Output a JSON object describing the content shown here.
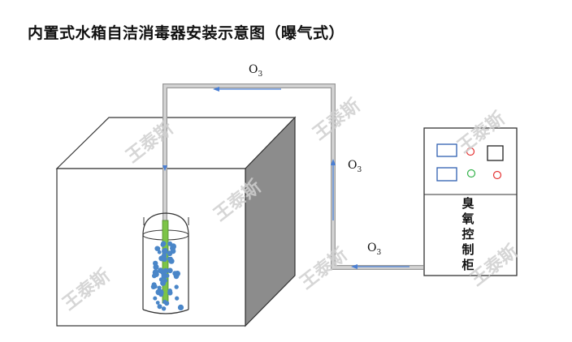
{
  "title": "内置式水箱自洁消毒器安装示意图（曝气式）",
  "ozone_symbol": "O",
  "ozone_subscript": "3",
  "cabinet_label": "臭氧控制柜",
  "watermark": "王泰斯",
  "colors": {
    "pipe": "#c9c9c9",
    "pipe_edge": "#9a9a9a",
    "arrow": "#4a7fd4",
    "bubble": "#4a86c8",
    "tube": "#7cc447",
    "lamp_red": "#e53333",
    "lamp_green": "#33b24a",
    "panel_box": "#2e5fb0"
  }
}
